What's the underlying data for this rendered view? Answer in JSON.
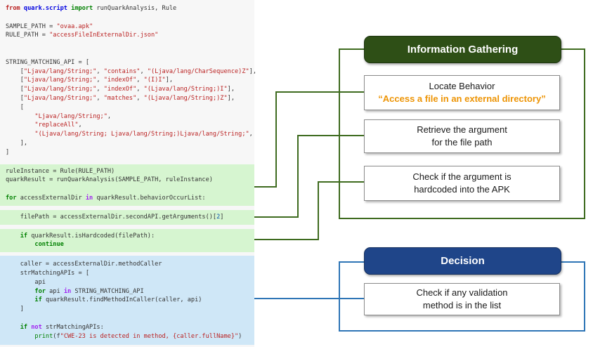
{
  "colors": {
    "header_green": "#2E4F16",
    "header_blue": "#1F4589",
    "line_green": "#3E6B1F",
    "line_blue": "#2E75B6",
    "highlight_green": "#D6F5D0",
    "highlight_blue": "#CFE7F7",
    "accent_orange": "#ED9405"
  },
  "diagram": {
    "info_gathering": {
      "title": "Information Gathering",
      "boxes": [
        {
          "line1": "Locate Behavior",
          "line2": "“Access a file in an external directory”"
        },
        {
          "line1": "Retrieve the argument",
          "line2": "for the file path"
        },
        {
          "line1": "Check if the argument is",
          "line2": "hardcoded into the APK"
        }
      ]
    },
    "decision": {
      "title": "Decision",
      "boxes": [
        {
          "line1": "Check if any validation",
          "line2": "method is in the list"
        }
      ]
    }
  },
  "code": {
    "segments": [
      {
        "type": "plain",
        "lines": [
          [
            [
              "kr",
              "from"
            ],
            [
              "p",
              " "
            ],
            [
              "nb",
              "quark.script"
            ],
            [
              "p",
              " "
            ],
            [
              "k",
              "import"
            ],
            [
              "p",
              " runQuarkAnalysis, Rule"
            ]
          ],
          [],
          [
            [
              "p",
              "SAMPLE_PATH = "
            ],
            [
              "s",
              "\"ovaa.apk\""
            ]
          ],
          [
            [
              "p",
              "RULE_PATH = "
            ],
            [
              "s",
              "\"accessFileInExternalDir.json\""
            ]
          ],
          [],
          [],
          [
            [
              "p",
              "STRING_MATCHING_API = ["
            ]
          ],
          [
            [
              "p",
              "    ["
            ],
            [
              "s",
              "\"Ljava/lang/String;\""
            ],
            [
              "p",
              ", "
            ],
            [
              "s",
              "\"contains\""
            ],
            [
              "p",
              ", "
            ],
            [
              "s",
              "\"(Ljava/lang/CharSequence)Z\""
            ],
            [
              "p",
              "],"
            ]
          ],
          [
            [
              "p",
              "    ["
            ],
            [
              "s",
              "\"Ljava/lang/String;\""
            ],
            [
              "p",
              ", "
            ],
            [
              "s",
              "\"indexOf\""
            ],
            [
              "p",
              ", "
            ],
            [
              "s",
              "\"(I)I\""
            ],
            [
              "p",
              "],"
            ]
          ],
          [
            [
              "p",
              "    ["
            ],
            [
              "s",
              "\"Ljava/lang/String;\""
            ],
            [
              "p",
              ", "
            ],
            [
              "s",
              "\"indexOf\""
            ],
            [
              "p",
              ", "
            ],
            [
              "s",
              "\"(Ljava/lang/String;)I\""
            ],
            [
              "p",
              "],"
            ]
          ],
          [
            [
              "p",
              "    ["
            ],
            [
              "s",
              "\"Ljava/lang/String;\""
            ],
            [
              "p",
              ", "
            ],
            [
              "s",
              "\"matches\""
            ],
            [
              "p",
              ", "
            ],
            [
              "s",
              "\"(Ljava/lang/String;)Z\""
            ],
            [
              "p",
              "],"
            ]
          ],
          [
            [
              "p",
              "    ["
            ]
          ],
          [
            [
              "p",
              "        "
            ],
            [
              "s",
              "\"Ljava/lang/String;\""
            ],
            [
              "p",
              ","
            ]
          ],
          [
            [
              "p",
              "        "
            ],
            [
              "s",
              "\"replaceAll\""
            ],
            [
              "p",
              ","
            ]
          ],
          [
            [
              "p",
              "        "
            ],
            [
              "s",
              "\"(Ljava/lang/String; Ljava/lang/String;)Ljava/lang/String;\""
            ],
            [
              "p",
              ","
            ]
          ],
          [
            [
              "p",
              "    ],"
            ]
          ],
          [
            [
              "p",
              "]"
            ]
          ]
        ]
      },
      {
        "type": "green g1",
        "lines": [
          [
            [
              "p",
              "ruleInstance = Rule(RULE_PATH)"
            ]
          ],
          [
            [
              "p",
              "quarkResult = runQuarkAnalysis(SAMPLE_PATH, ruleInstance)"
            ]
          ],
          [],
          [
            [
              "k",
              "for"
            ],
            [
              "p",
              " accessExternalDir "
            ],
            [
              "ow",
              "in"
            ],
            [
              "p",
              " quarkResult.behaviorOccurList:"
            ]
          ]
        ]
      },
      {
        "type": "green",
        "lines": [
          [
            [
              "p",
              "    filePath = accessExternalDir.secondAPI.getArguments()["
            ],
            [
              "n",
              "2"
            ],
            [
              "p",
              "]"
            ]
          ]
        ]
      },
      {
        "type": "green",
        "lines": [
          [
            [
              "p",
              "    "
            ],
            [
              "k",
              "if"
            ],
            [
              "p",
              " quarkResult.isHardcoded(filePath):"
            ]
          ],
          [
            [
              "p",
              "        "
            ],
            [
              "k",
              "continue"
            ]
          ]
        ]
      },
      {
        "type": "blue",
        "lines": [
          [
            [
              "p",
              "    caller = accessExternalDir.methodCaller"
            ]
          ],
          [
            [
              "p",
              "    strMatchingAPIs = ["
            ]
          ],
          [
            [
              "p",
              "        api"
            ]
          ],
          [
            [
              "p",
              "        "
            ],
            [
              "k",
              "for"
            ],
            [
              "p",
              " api "
            ],
            [
              "ow",
              "in"
            ],
            [
              "p",
              " STRING_MATCHING_API"
            ]
          ],
          [
            [
              "p",
              "        "
            ],
            [
              "k",
              "if"
            ],
            [
              "p",
              " quarkResult.findMethodInCaller(caller, api)"
            ]
          ],
          [
            [
              "p",
              "    ]"
            ]
          ],
          [],
          [
            [
              "p",
              "    "
            ],
            [
              "k",
              "if"
            ],
            [
              "p",
              " "
            ],
            [
              "ow",
              "not"
            ],
            [
              "p",
              " strMatchingAPIs:"
            ]
          ],
          [
            [
              "p",
              "        "
            ],
            [
              "bf",
              "print"
            ],
            [
              "p",
              "(f"
            ],
            [
              "s",
              "\"CWE-23 is detected in method, {caller.fullName}\""
            ],
            [
              "p",
              ")"
            ]
          ]
        ]
      }
    ]
  }
}
